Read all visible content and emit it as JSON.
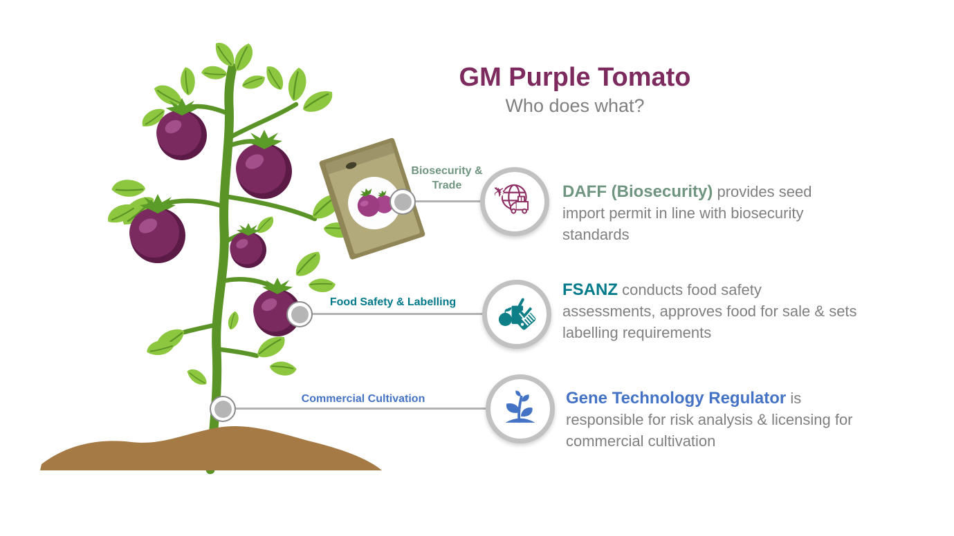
{
  "header": {
    "title": "GM Purple Tomato",
    "subtitle": "Who does what?"
  },
  "rows": [
    {
      "label": "Biosecurity & Trade",
      "lead": "DAFF (Biosecurity)",
      "body": " provides seed import permit in line with biosecurity standards",
      "icon": "globe-plane-truck-icon",
      "accent": "#6f9580"
    },
    {
      "label": "Food Safety & Labelling",
      "lead": "FSANZ",
      "body": " conducts food safety assessments, approves food for sale & sets labelling requirements",
      "icon": "food-safety-check-tag-icon",
      "accent": "#00798a"
    },
    {
      "label": "Commercial Cultivation",
      "lead": "Gene Technology Regulator",
      "body": " is responsible for risk analysis & licensing for commercial cultivation",
      "icon": "seedling-icon",
      "accent": "#4472c4"
    }
  ],
  "illustration": {
    "plant": "purple-tomato-plant",
    "seed_packet": "tomato-seed-packet",
    "soil": "soil-mound"
  },
  "colors": {
    "title": "#7d2b5e",
    "subtitle": "#7f7f7f",
    "body_text": "#7f7f7f",
    "connector_gray": "#b1b1b1",
    "circle_ring_gray": "#c1c1c1",
    "dot_fill": "#b5b5b5",
    "icon_maroon": "#8e2f63",
    "icon_teal": "#0e7e87",
    "icon_blue": "#4472c4",
    "leaf_green": "#8dc63f",
    "stem_green": "#5a9427",
    "tomato_purple": "#6d2152",
    "soil_brown": "#a67a45",
    "packet_khaki": "#b3aa7c"
  }
}
